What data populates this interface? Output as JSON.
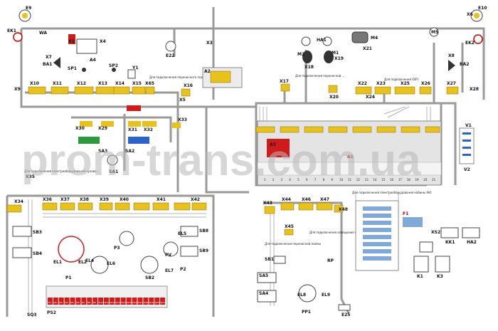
{
  "watermark": "prom-trans.com.ua",
  "colors": {
    "wire": "#9a9a9a",
    "red": "#d11a1a",
    "yellow": "#e8c21a",
    "blue": "#2b63c9",
    "green": "#2a9a3a",
    "panel": "#e4e4e4",
    "fuse": "#7fa9d8"
  },
  "labels": {
    "e9": "E9",
    "e10": "E10",
    "ek1": "EK1",
    "wa": "WA",
    "x7": "X7",
    "ba1": "BA1",
    "x9": "X9",
    "x2": "X2",
    "x4": "X4",
    "a4": "A4",
    "sp1": "SP1",
    "sp2": "SP2",
    "y1": "Y1",
    "e22": "E22",
    "x3": "X3",
    "ha1": "HA1",
    "m2": "M2",
    "m1": "M1",
    "x19": "X19",
    "m4": "M4",
    "x21": "X21",
    "x18": "X18",
    "m5": "M5",
    "x6": "X6",
    "ek2": "EK2",
    "ba2": "BA2",
    "x8": "X8",
    "x28": "X28",
    "x10": "X10",
    "x11": "X11",
    "x12": "X12",
    "x13": "X13",
    "x14": "X14",
    "x15": "X15",
    "x65": "X65",
    "x16": "X16",
    "a2": "A2",
    "x17": "X17",
    "x20": "X20",
    "x22": "X22",
    "x23": "X23",
    "x24": "X24",
    "x25": "X25",
    "x26": "X26",
    "x27": "X27",
    "x30": "X30",
    "x29": "X29",
    "x31": "X31",
    "x32": "X32",
    "x33": "X33",
    "x5": "X5",
    "sa3": "SA3",
    "sa2": "SA2",
    "sa1": "SA1",
    "a1": "A1",
    "a3": "A3",
    "v1": "V1",
    "v2": "V2",
    "x35": "X35",
    "x34": "X34",
    "x36": "X36",
    "x37": "X37",
    "x38": "X38",
    "x39": "X39",
    "x40": "X40",
    "x41": "X41",
    "x42": "X42",
    "sb3": "SB3",
    "sb4": "SB4",
    "sb8": "SB8",
    "sb9": "SB9",
    "el1": "EL1",
    "el2": "EL2",
    "el4": "EL4",
    "el5": "EL5",
    "el6": "EL6",
    "el7": "EL7",
    "p1": "P1",
    "p2": "P2",
    "p3": "P3",
    "pv": "PV",
    "sb2": "SB2",
    "ps2": "PS2",
    "sq3": "SQ3",
    "x43": "X43",
    "x44": "X44",
    "x46": "X46",
    "x47": "X47",
    "x48": "X48",
    "x45": "X45",
    "sb1": "SB1",
    "sa5": "SA5",
    "sa4": "SA4",
    "rp": "RP",
    "el8": "EL8",
    "pp1": "PP1",
    "el9": "EL9",
    "e25": "E25",
    "fu": "F1",
    "xs2": "XS2",
    "kk1": "KK1",
    "ha2": "HA2",
    "k1": "K1",
    "k3": "K3"
  },
  "notes": {
    "n1": "Для подключения переносного подкапотного ...",
    "n2": "Для подключения переносной ...",
    "n3": "Для подключения ОВЧ",
    "n4": "Для подключения электрооборудования кузова ...",
    "n5": "Для подключения электрооборудования кабины АЮ",
    "n6": "Для подключения переносной лампы",
    "n7": "Для подключения освещения подсобки фар"
  },
  "panel_numbers": [
    "1",
    "2",
    "3",
    "4",
    "5",
    "6",
    "7",
    "8",
    "9",
    "10",
    "11",
    "12",
    "13",
    "14",
    "15",
    "16",
    "17",
    "18",
    "19",
    "20",
    "21"
  ],
  "bottom_labels": [
    "M1",
    "M2",
    "M3",
    "M4",
    "M5",
    "M6",
    "M7",
    "M8",
    "M9",
    "M10",
    "M11",
    "M12",
    "M13",
    "M14",
    "M15",
    "M16",
    "M17",
    "M18",
    "M19",
    "M20",
    "M21"
  ]
}
